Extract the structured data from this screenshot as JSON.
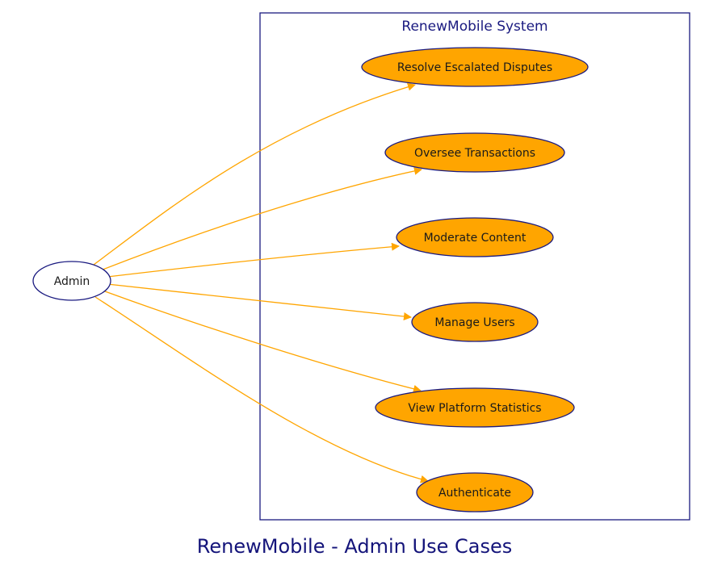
{
  "diagram": {
    "title": "RenewMobile - Admin Use Cases",
    "system": {
      "label": "RenewMobile System"
    },
    "actor": {
      "label": "Admin"
    },
    "use_cases": [
      {
        "id": "uc1",
        "label": "Resolve Escalated Disputes"
      },
      {
        "id": "uc2",
        "label": "Oversee Transactions"
      },
      {
        "id": "uc3",
        "label": "Moderate Content"
      },
      {
        "id": "uc4",
        "label": "Manage Users"
      },
      {
        "id": "uc5",
        "label": "View Platform Statistics"
      },
      {
        "id": "uc6",
        "label": "Authenticate"
      }
    ],
    "colors": {
      "use_case_fill": "#ffa500",
      "border": "#1a1a80",
      "edge": "#ffa500",
      "title": "#14147a"
    }
  }
}
